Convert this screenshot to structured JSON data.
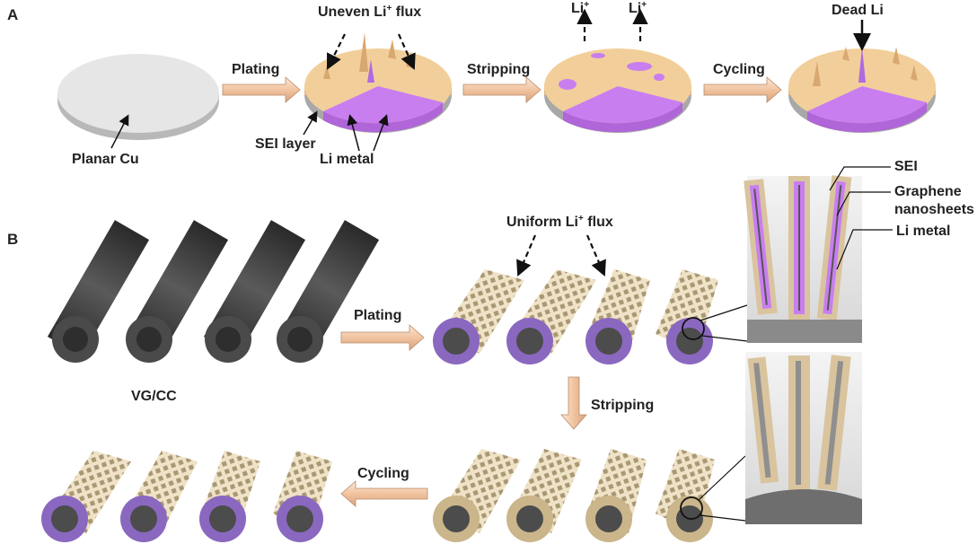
{
  "panels": {
    "a": "A",
    "b": "B"
  },
  "panel_a": {
    "planar_cu": "Planar Cu",
    "plating": "Plating",
    "stripping": "Stripping",
    "cycling": "Cycling",
    "uneven_flux_pre": "Uneven Li",
    "uneven_flux_sup": "+",
    "uneven_flux_post": " flux",
    "li_ion": "Li",
    "li_ion_sup": "+",
    "dead_li": "Dead Li",
    "sei_layer": "SEI layer",
    "li_metal": "Li metal"
  },
  "panel_b": {
    "vg_cc": "VG/CC",
    "plating": "Plating",
    "stripping": "Stripping",
    "cycling": "Cycling",
    "uniform_flux_pre": "Uniform Li",
    "uniform_flux_sup": "+",
    "uniform_flux_post": " flux",
    "legend_sei": "SEI",
    "legend_graphene_1": "Graphene",
    "legend_graphene_2": "nanosheets",
    "legend_li_metal": "Li metal"
  },
  "colors": {
    "cu": "#e4e4e4",
    "sei": "#f2cf9a",
    "li": "#c97ef0",
    "arrow": "#f0c9a8",
    "graphene": "#3c3c3c",
    "sheet": "#d9c49e"
  }
}
